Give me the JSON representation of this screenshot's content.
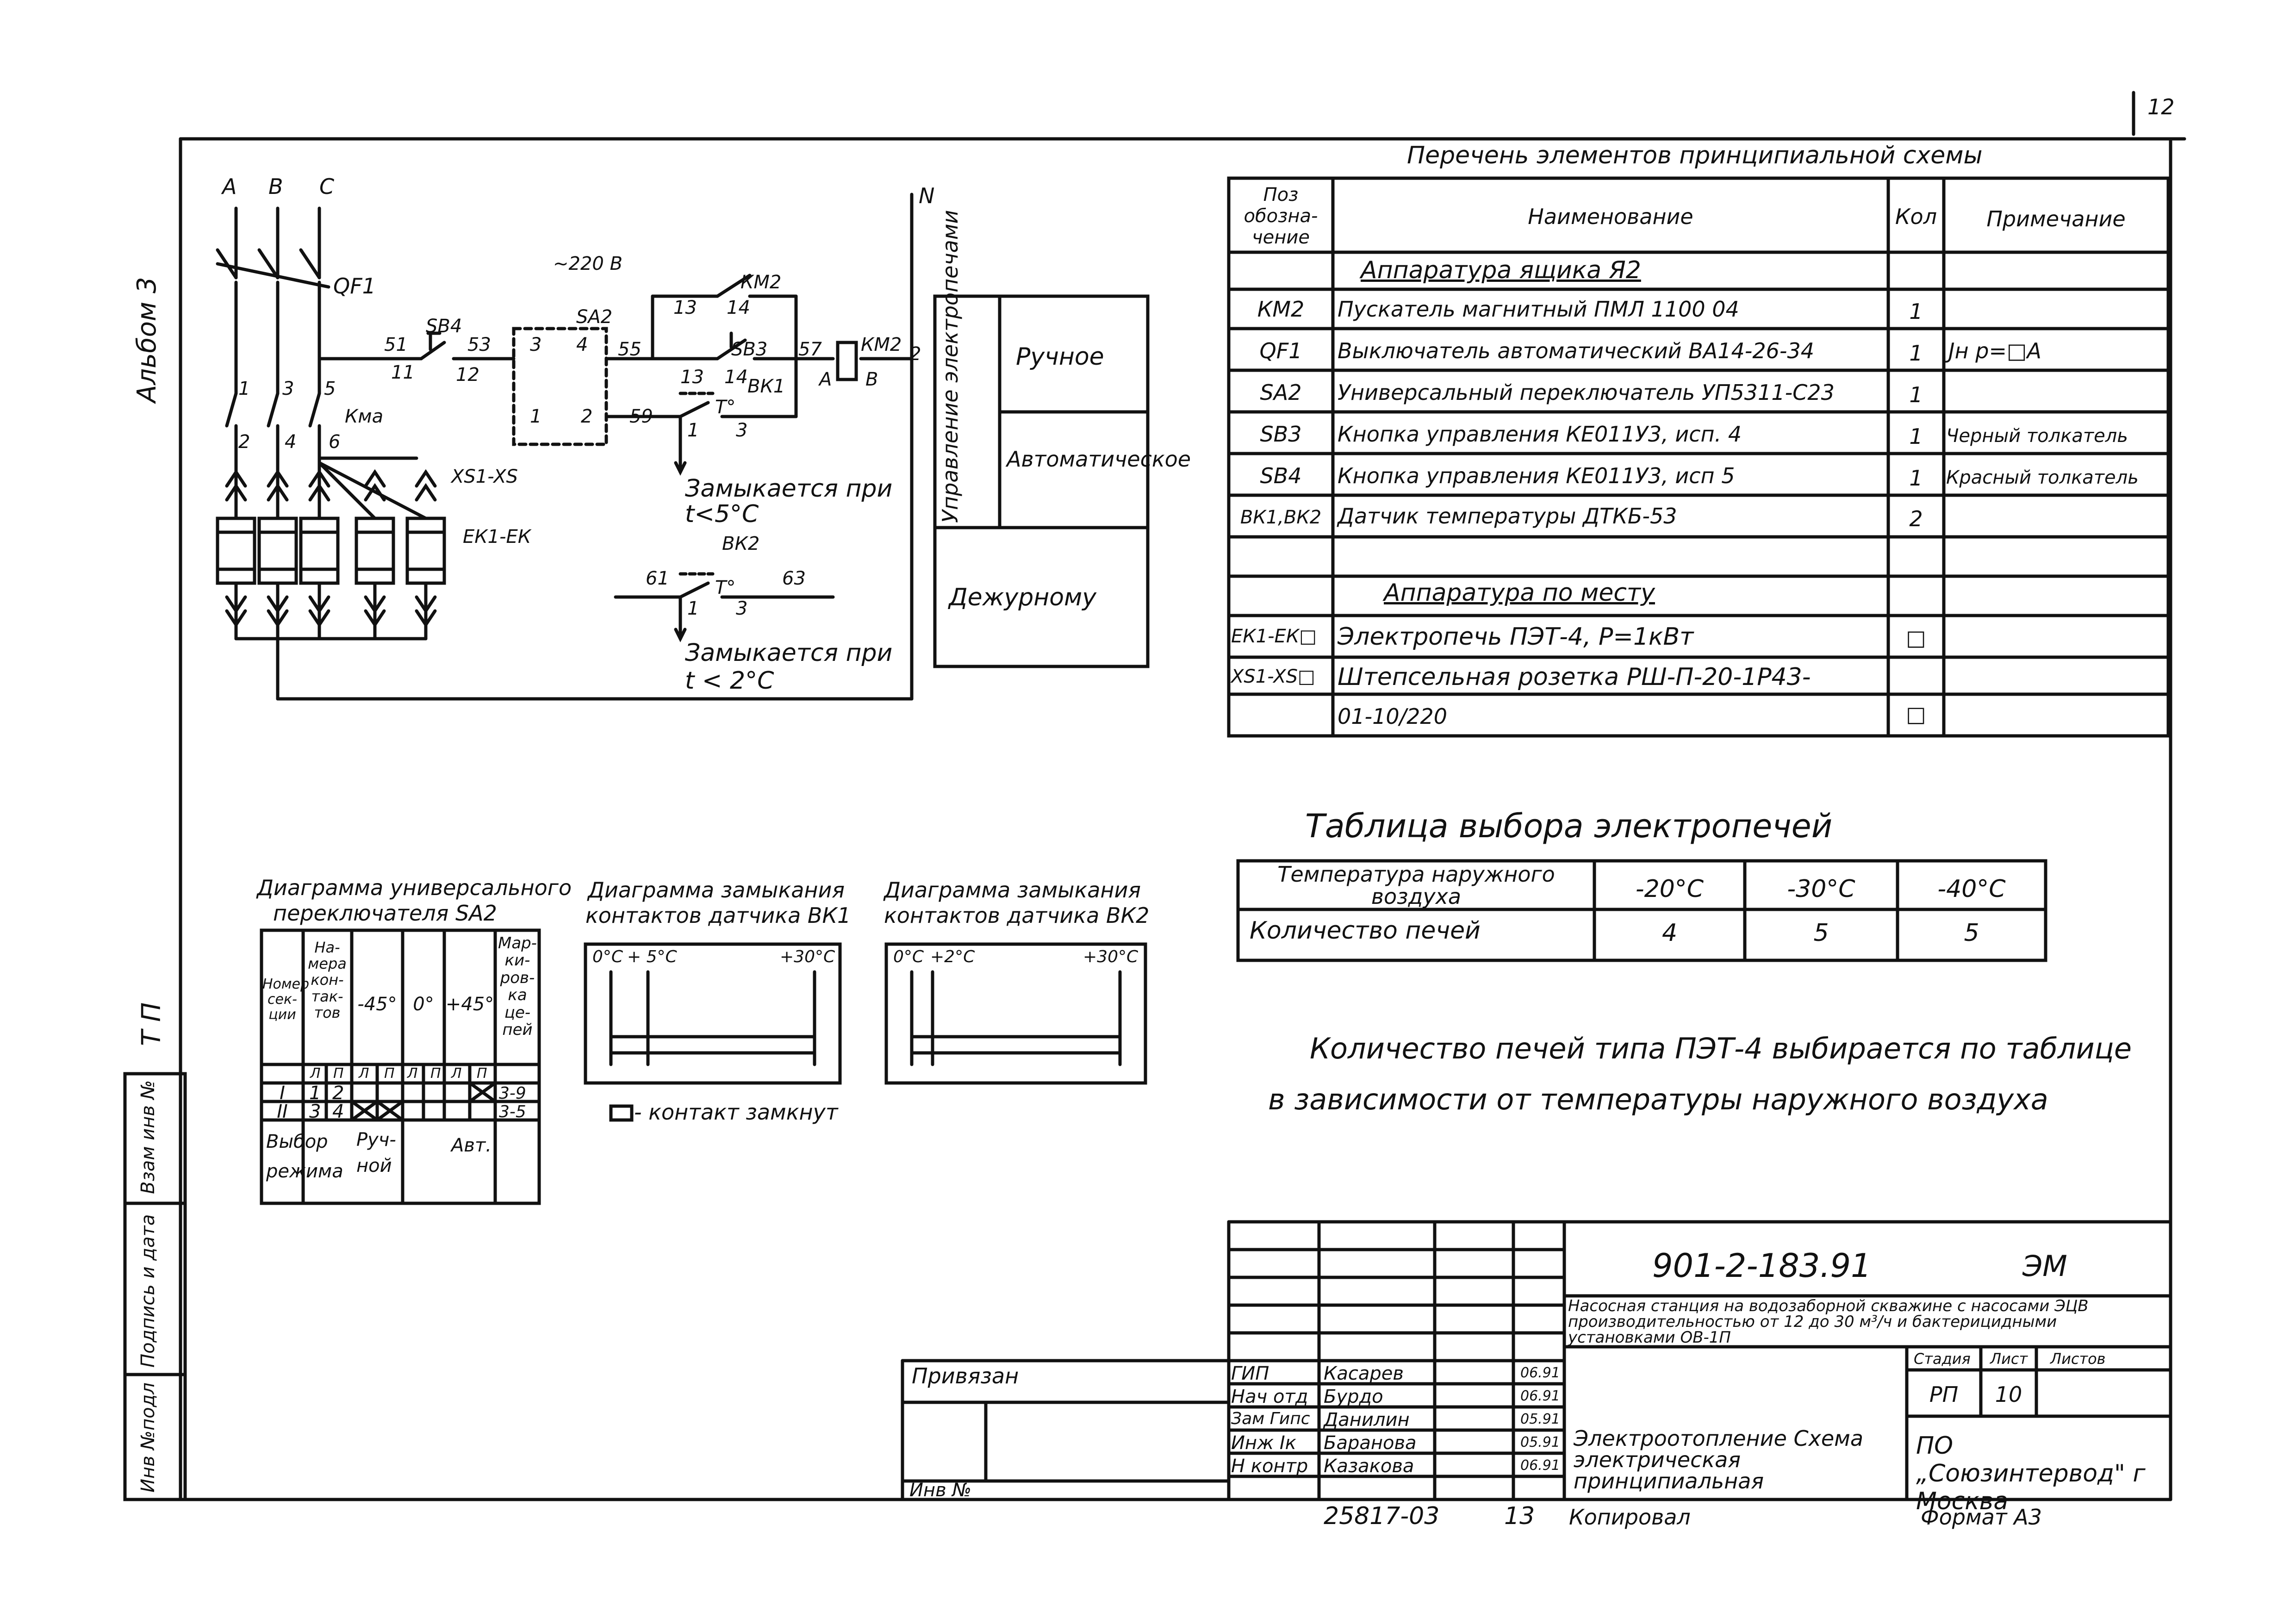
{
  "sheet": {
    "page_number": "12",
    "album": "Альбом 3",
    "tp": "Т П"
  },
  "schematic": {
    "phases": [
      "А",
      "В",
      "С"
    ],
    "neutral": "N",
    "qf1": "QF1",
    "supply": "~220 В",
    "wire": {
      "w51": "51",
      "w11": "11",
      "w53": "53",
      "w12": "12",
      "w55": "55",
      "w57": "57",
      "w2": "2",
      "w59": "59",
      "w61": "61",
      "w63": "63"
    },
    "kma": "Кма",
    "pins": {
      "p1": "1",
      "p2": "2",
      "p3": "3",
      "p4": "4",
      "p5": "5",
      "p6": "6"
    },
    "sb4": "SB4",
    "sa2": "SA2",
    "sa2_pins": [
      "3",
      "4",
      "1",
      "2"
    ],
    "km2_top": "КМ2",
    "km2_top_pins": [
      "13",
      "14"
    ],
    "sb3": "SB3",
    "sb3_pins": [
      "13",
      "14"
    ],
    "bk1": "ВК1",
    "bk_pins": [
      "1",
      "3"
    ],
    "t_symbol": "T°",
    "km2_coil": "КМ2",
    "coil_pins": [
      "А",
      "В"
    ],
    "close_bk1": "Замыкается при",
    "cond_bk1": "t<5°С",
    "bk2": "ВК2",
    "close_bk2": "Замыкается при",
    "cond_bk2": "t < 2°С",
    "xs": "XS1-XS",
    "ek": "ЕК1-ЕК"
  },
  "control_modes": {
    "title": "Управление электропечами",
    "manual": "Ручное",
    "auto": "Автоматическое",
    "duty": "Дежурному"
  },
  "elements_list": {
    "title": "Перечень элементов принципиальной схемы",
    "headers": {
      "pos": "Поз обозна- чение",
      "name": "Наименование",
      "qty": "Кол",
      "note": "Примечание"
    },
    "section1": "Аппаратура ящика Я2",
    "rows1": [
      {
        "pos": "КМ2",
        "name": "Пускатель магнитный ПМЛ 1100 04",
        "qty": "1",
        "note": ""
      },
      {
        "pos": "QF1",
        "name": "Выключатель автоматический ВА14-26-34",
        "qty": "1",
        "note": "Jн р=□А"
      },
      {
        "pos": "SA2",
        "name": "Универсальный переключатель УП5311-С23",
        "qty": "1",
        "note": ""
      },
      {
        "pos": "SB3",
        "name": "Кнопка управления КЕ011У3, исп. 4",
        "qty": "1",
        "note": "Черный толкатель"
      },
      {
        "pos": "SB4",
        "name": "Кнопка управления КЕ011У3, исп 5",
        "qty": "1",
        "note": "Красный толкатель"
      },
      {
        "pos": "ВК1,ВК2",
        "name": "Датчик температуры ДТКБ-53",
        "qty": "2",
        "note": ""
      }
    ],
    "section2": "Аппаратура по месту",
    "rows2": [
      {
        "pos": "ЕК1-ЕК□",
        "name": "Электропечь ПЭТ-4, Р=1кВт",
        "qty": "□",
        "note": ""
      },
      {
        "pos": "XS1-XS□",
        "name": "Штепсельная розетка РШ-П-20-1Р43-",
        "qty": "",
        "note": ""
      },
      {
        "pos": "",
        "name": "01-10/220",
        "qty": "□",
        "note": ""
      }
    ]
  },
  "heater_table": {
    "title": "Таблица выбора электропечей",
    "row1_label": "Температура наружного воздуха",
    "row2_label": "Количество печей",
    "temps": [
      "-20°С",
      "-30°С",
      "-40°С"
    ],
    "counts": [
      "4",
      "5",
      "5"
    ]
  },
  "note_text": {
    "line1": "Количество печей типа ПЭТ-4 выбирается по таблице",
    "line2": "в зависимости от температуры наружного воздуха"
  },
  "sa2_diagram": {
    "title1": "Диаграмма универсального",
    "title2": "переключателя SA2",
    "h_section": "Номер сек- ции",
    "h_contacts": "На- мера кон- так- тов",
    "positions": [
      "-45°",
      "0°",
      "+45°"
    ],
    "h_marking": "Мар- ки- ров- ка це- пей",
    "sub": [
      "Л",
      "П",
      "Л",
      "П",
      "Л",
      "П",
      "Л",
      "П"
    ],
    "rows": [
      {
        "section": "I",
        "c1": "1",
        "c2": "2",
        "marking": "3-9"
      },
      {
        "section": "II",
        "c1": "3",
        "c2": "4",
        "marking": "3-5"
      }
    ],
    "mode_label": "Выбор режима",
    "mode_manual": "Руч- ной",
    "mode_auto": "Авт."
  },
  "bk1_diagram": {
    "title1": "Диаграмма замыкания",
    "title2": "контактов датчика ВК1",
    "t0": "0°С",
    "t5": "+ 5°С",
    "t30": "+30°С"
  },
  "bk2_diagram": {
    "title1": "Диаграмма замыкания",
    "title2": "контактов датчика ВК2",
    "t0": "0°С",
    "t2": "+2°С",
    "t30": "+30°С"
  },
  "legend": "- контакт замкнут",
  "side_stamp": {
    "c1": "Взам инв №",
    "c2": "Подпись и дата",
    "c3": "Инв №подл"
  },
  "title_block": {
    "code": "901-2-183.91",
    "mark": "ЭМ",
    "project": "Насосная станция на водозаборной скважине с насосами ЭЦВ производительностью от 12 до 30 м³/ч и бактерицидными установками ОВ-1П",
    "roles": [
      "ГИП",
      "Нач отд",
      "Зам Гипс",
      "Инж Iк",
      "Н контр"
    ],
    "names": [
      "Касарев",
      "Бурдо",
      "Данилин",
      "Баранова",
      "Казакова"
    ],
    "dates": [
      "06.91",
      "06.91",
      "05.91",
      "05.91",
      "06.91"
    ],
    "stage_h": "Стадия",
    "sheet_h": "Лист",
    "sheets_h": "Листов",
    "stage": "РП",
    "sheet": "10",
    "doc_title": "Электроотопление Схема электрическая принципиальная",
    "org": "ПО „Союзинтервод\" г Москва",
    "privyazan": "Привязан",
    "inv": "Инв №",
    "archive": "25817-03",
    "sheet_num": "13",
    "copied": "Копировал",
    "format": "Формат А3"
  }
}
